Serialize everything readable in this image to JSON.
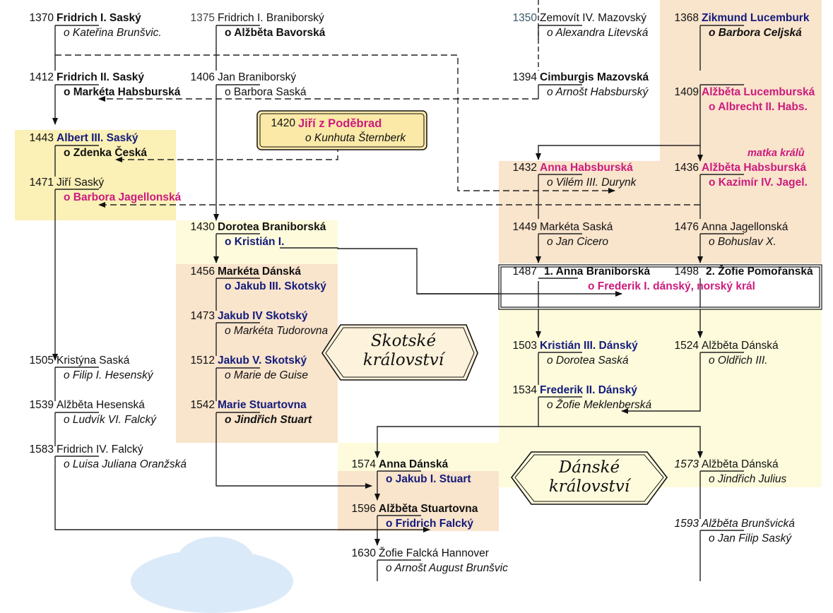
{
  "people": [
    {
      "id": "p1370",
      "year": "1370",
      "name": "Fridrich I. Saský",
      "spouse": "o Kateřina Brunšvic."
    },
    {
      "id": "p1375",
      "year": "1375",
      "name": "Fridrich I. Braniborský",
      "spouse": "o Alžběta Bavorská"
    },
    {
      "id": "p1350",
      "year": "1350",
      "name": "Zemovít IV. Mazovský",
      "spouse": "o Alexandra Litevská"
    },
    {
      "id": "p1368",
      "year": "1368",
      "name": "Zikmund Lucemburk",
      "spouse": "o Barbora Celjská"
    },
    {
      "id": "p1412",
      "year": "1412",
      "name": "Fridrich II. Saský",
      "spouse": "o Markéta Habsburská"
    },
    {
      "id": "p1406",
      "year": "1406",
      "name": "Jan Braniborský",
      "spouse": "o Barbora Saská"
    },
    {
      "id": "p1394",
      "year": "1394",
      "name": "Cimburgis Mazovská",
      "spouse": "o Arnošt Habsburský"
    },
    {
      "id": "p1409",
      "year": "1409",
      "name": "Alžběta Lucemburská",
      "spouse": "o Albrecht II. Habs."
    },
    {
      "id": "p1420",
      "year": "1420",
      "name": "Jiří z Poděbrad",
      "spouse": "o Kunhuta Šternberk"
    },
    {
      "id": "p1443",
      "year": "1443",
      "name": "Albert III. Saský",
      "spouse": "o Zdenka Česká"
    },
    {
      "id": "p1471",
      "year": "1471",
      "name": "Jiří Saský",
      "spouse": "o Barbora Jagellonská"
    },
    {
      "id": "p1432",
      "year": "1432",
      "name": "Anna Habsburská",
      "spouse": "o Vilém III. Durynk"
    },
    {
      "id": "p1436",
      "year": "1436",
      "name": "Alžběta Habsburská",
      "spouse": "o Kazimír IV. Jagel."
    },
    {
      "id": "p1430",
      "year": "1430",
      "name": "Dorotea Braniborská",
      "spouse": "o Kristián I."
    },
    {
      "id": "p1449",
      "year": "1449",
      "name": "Markéta Saská",
      "spouse": "o Jan Cicero"
    },
    {
      "id": "p1476",
      "year": "1476",
      "name": "Anna Jagellonská",
      "spouse": "o Bohuslav X."
    },
    {
      "id": "p1456",
      "year": "1456",
      "name": "Markéta Dánská",
      "spouse": "o Jakub III. Skotský"
    },
    {
      "id": "p1487",
      "year": "1487",
      "name": "1. Anna Braniborská",
      "spouse": ""
    },
    {
      "id": "p1498",
      "year": "1498",
      "name": "2. Žofie Pomořanská",
      "spouse": "o Frederik I. dánský, norský král"
    },
    {
      "id": "p1473",
      "year": "1473",
      "name": "Jakub IV Skotský",
      "spouse": "o Markéta Tudorovna"
    },
    {
      "id": "p1505",
      "year": "1505",
      "name": "Kristýna Saská",
      "spouse": "o Filip I. Hesenský"
    },
    {
      "id": "p1512",
      "year": "1512",
      "name": "Jakub V. Skotský",
      "spouse": "o Marie de Guise"
    },
    {
      "id": "p1503",
      "year": "1503",
      "name": "Kristián III. Dánský",
      "spouse": "o Dorotea Saská"
    },
    {
      "id": "p1524",
      "year": "1524",
      "name": "Alžběta Dánská",
      "spouse": "o Oldřich III."
    },
    {
      "id": "p1534",
      "year": "1534",
      "name": "Frederik II. Dánský",
      "spouse": "o Žofie Meklenberská"
    },
    {
      "id": "p1539",
      "year": "1539",
      "name": "Alžběta Hesenská",
      "spouse": "o Ludvík VI. Falcký"
    },
    {
      "id": "p1542",
      "year": "1542",
      "name": "Marie Stuartovna",
      "spouse": "o Jindřich Stuart"
    },
    {
      "id": "p1583",
      "year": "1583",
      "name": "Fridrich IV. Falcký",
      "spouse": "o Luisa Juliana Oranžská"
    },
    {
      "id": "p1574",
      "year": "1574",
      "name": "Anna Dánská",
      "spouse": "o Jakub I. Stuart"
    },
    {
      "id": "p1573",
      "year": "1573",
      "name": "Alžběta Dánská",
      "spouse": "o Jindřich Julius"
    },
    {
      "id": "p1596",
      "year": "1596",
      "name": "Alžběta Stuartovna",
      "spouse": "o Fridrich Falcký"
    },
    {
      "id": "p1593",
      "year": "1593",
      "name": "Alžběta Brunšvická",
      "spouse": "o Jan Filip Saský"
    },
    {
      "id": "p1630",
      "year": "1630",
      "name": "Žofie Falcká Hannover",
      "spouse": "o Arnošt August Brunšvic"
    }
  ],
  "annotations": {
    "matka_kralu": "matka králů"
  },
  "banners": {
    "scotland_line1": "Skotské",
    "scotland_line2": "království",
    "denmark_line1": "Dánské",
    "denmark_line2": "království"
  },
  "colors": {
    "royal_navy": "#131b7c",
    "highlight_magenta": "#cc1b7d",
    "salmon_bg": "#f9e4cc",
    "yellow_bg": "#fbf0b6",
    "light_yellow_bg": "#fefbdc"
  }
}
